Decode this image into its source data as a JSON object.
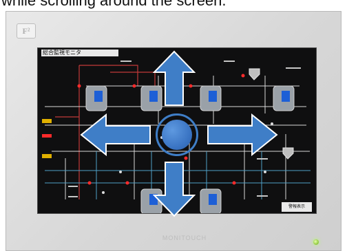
{
  "caption": {
    "text": "while scrolling around the screen."
  },
  "device": {
    "logo_text": "F²",
    "brand_label": "MONITOUCH",
    "power_led_color": "#9cd24b"
  },
  "screen": {
    "title_bar": "総合監視モニタ",
    "bottom_tab": "警報表示"
  },
  "overlay": {
    "arrow_color": "#3f7ec7",
    "arrows": [
      "arrow-up-icon",
      "arrow-down-icon",
      "arrow-left-icon",
      "arrow-right-icon"
    ],
    "center_control": "scroll-handle"
  }
}
